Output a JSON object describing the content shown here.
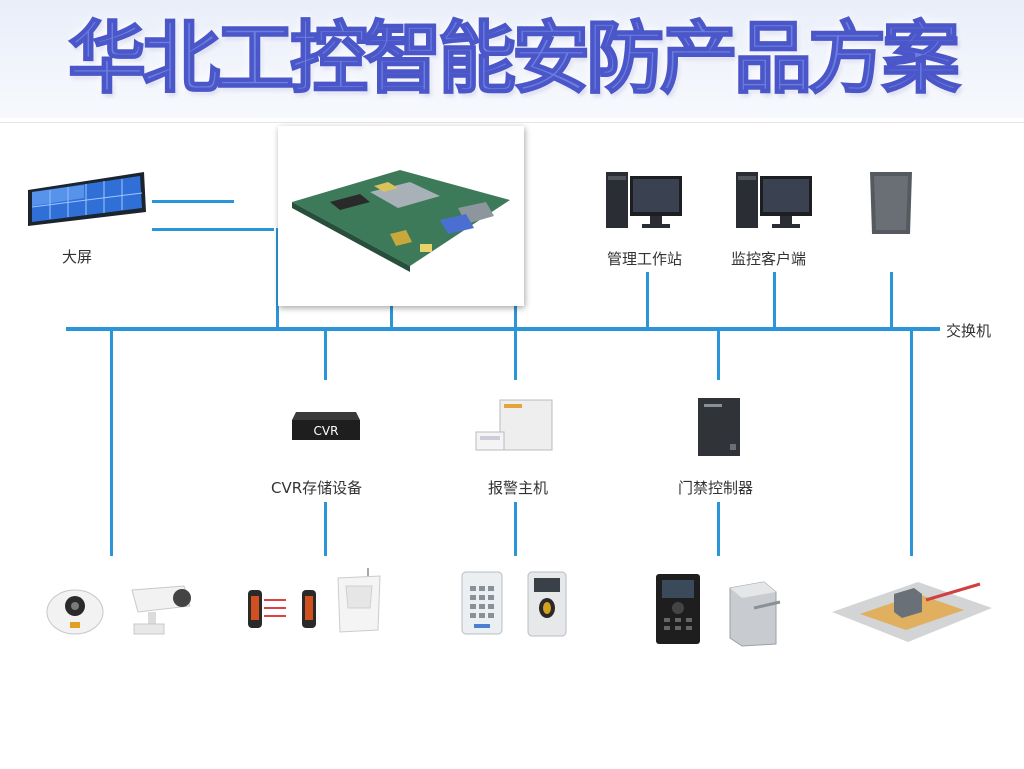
{
  "title": "华北工控智能安防产品方案",
  "labels": {
    "big_screen": "大屏",
    "workstation": "管理工作站",
    "monitor_client": "监控客户端",
    "switch": "交换机",
    "cvr_device": "CVR存储设备",
    "cvr_box_text": "CVR",
    "alarm_host": "报警主机",
    "door_controller": "门禁控制器"
  },
  "colors": {
    "title_fill": "#6a7fe0",
    "title_stroke": "#4b57c9",
    "bus_line": "#2b95d9"
  },
  "icons": [
    "video-wall-icon",
    "embedded-board-icon",
    "pc-workstation-icon",
    "pc-client-icon",
    "speaker-icon",
    "cvr-recorder-icon",
    "alarm-panel-icon",
    "access-controller-icon",
    "dome-camera-icon",
    "bullet-camera-icon",
    "infrared-beam-icon",
    "pir-sensor-icon",
    "keypad-reader-icon",
    "fingerprint-reader-icon",
    "fingerprint-terminal-icon",
    "turnstile-icon",
    "parking-gate-icon"
  ]
}
